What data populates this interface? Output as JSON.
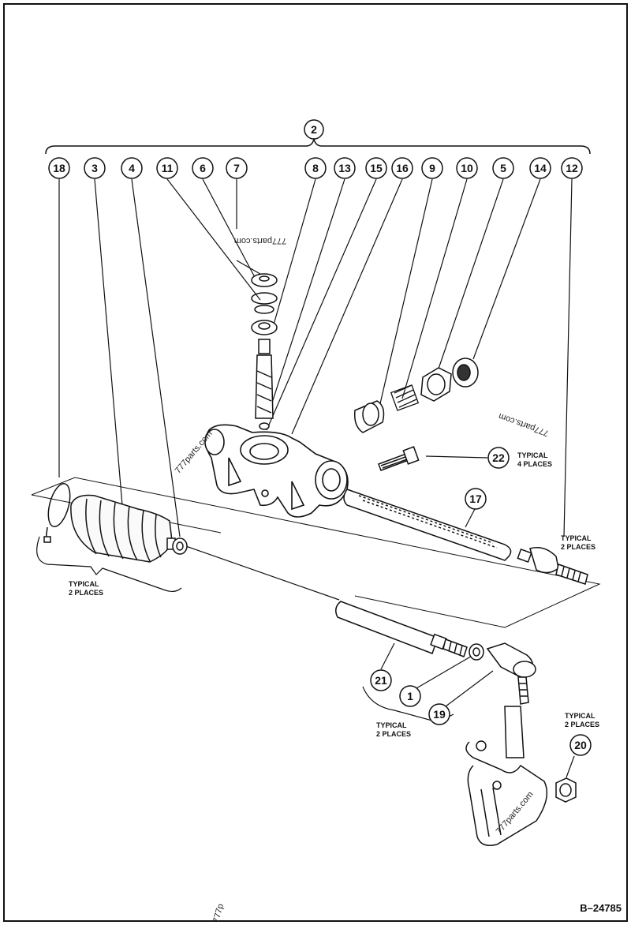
{
  "figure_id": "B–24785",
  "callouts": {
    "c2": "2",
    "c18": "18",
    "c3": "3",
    "c4": "4",
    "c11": "11",
    "c6": "6",
    "c7": "7",
    "c8": "8",
    "c13": "13",
    "c15": "15",
    "c16": "16",
    "c9": "9",
    "c10": "10",
    "c5": "5",
    "c14": "14",
    "c12": "12",
    "c22": "22",
    "c17": "17",
    "c21": "21",
    "c1": "1",
    "c19": "19",
    "c20": "20"
  },
  "notes": {
    "typical": "TYPICAL",
    "two_places": "2 PLACES",
    "four_places": "4 PLACES"
  },
  "watermark": "777parts.com",
  "watermark_partial": "777p"
}
